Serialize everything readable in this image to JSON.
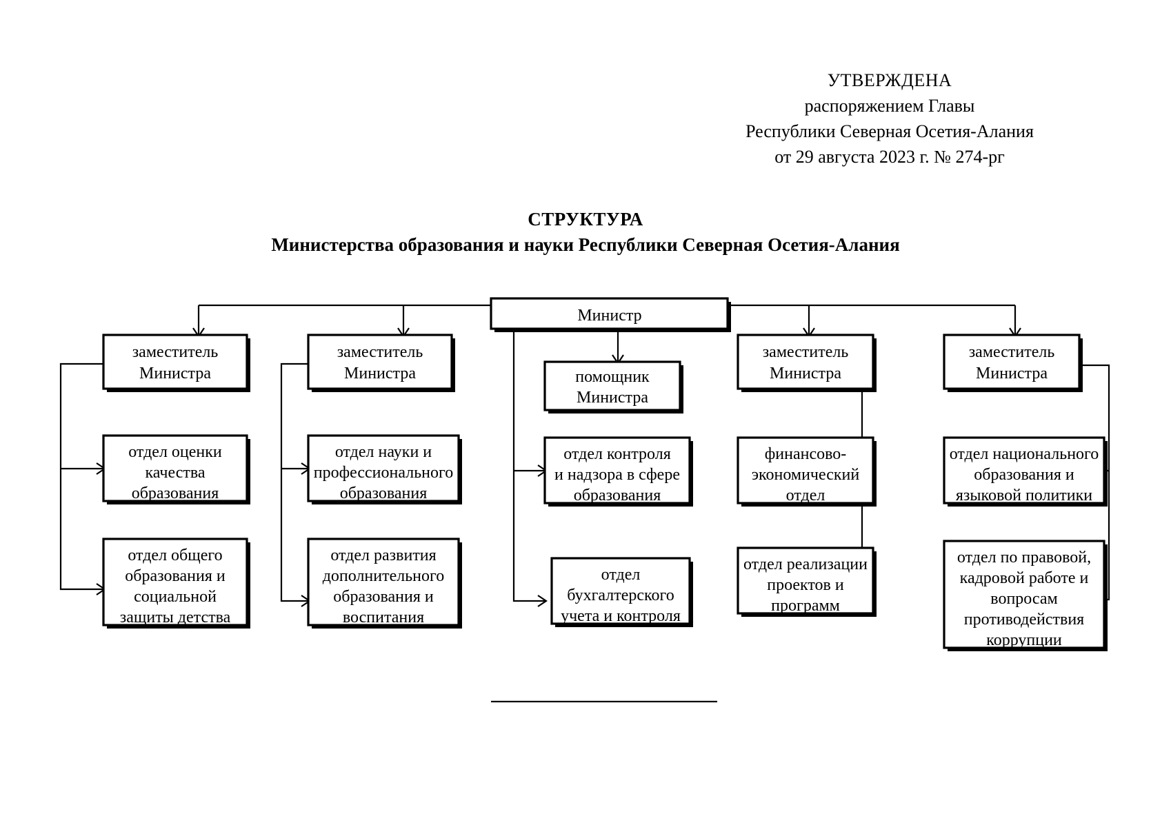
{
  "approval": {
    "line1": "УТВЕРЖДЕНА",
    "line2": "распоряжением Главы",
    "line3": "Республики Северная Осетия-Алания",
    "line4": "от  29 августа 2023 г.   № 274-рг"
  },
  "title": {
    "main": "СТРУКТУРА",
    "sub": "Министерства образования и науки Республики Северная Осетия-Алания"
  },
  "chart_data": {
    "type": "diagram",
    "title": "СТРУКТУРА Министерства образования и науки Республики Северная Осетия-Алания",
    "root": {
      "id": "minister",
      "label": "Министр"
    },
    "columns": [
      {
        "id": "col1",
        "head": {
          "id": "deputy-1",
          "lines": [
            "заместитель",
            "Министра"
          ]
        },
        "units": [
          {
            "id": "unit-1-1",
            "lines": [
              "отдел оценки",
              "качества",
              "образования"
            ]
          },
          {
            "id": "unit-1-2",
            "lines": [
              "отдел общего",
              "образования и",
              "социальной",
              "защиты детства"
            ]
          }
        ]
      },
      {
        "id": "col2",
        "head": {
          "id": "deputy-2",
          "lines": [
            "заместитель",
            "Министра"
          ]
        },
        "units": [
          {
            "id": "unit-2-1",
            "lines": [
              "отдел науки и",
              "профессионального",
              "образования"
            ]
          },
          {
            "id": "unit-2-2",
            "lines": [
              "отдел развития",
              "дополнительного",
              "образования и",
              "воспитания"
            ]
          }
        ]
      },
      {
        "id": "col3",
        "head": {
          "id": "assistant",
          "lines": [
            "помощник",
            "Министра"
          ]
        },
        "units": [
          {
            "id": "unit-3-1",
            "lines": [
              "отдел контроля",
              "и надзора в сфере",
              "образования"
            ]
          },
          {
            "id": "unit-3-2",
            "lines": [
              "отдел",
              "бухгалтерского",
              "учета и контроля"
            ]
          }
        ]
      },
      {
        "id": "col4",
        "head": {
          "id": "deputy-3",
          "lines": [
            "заместитель",
            "Министра"
          ]
        },
        "units": [
          {
            "id": "unit-4-1",
            "lines": [
              "финансово-",
              "экономический",
              "отдел"
            ]
          },
          {
            "id": "unit-4-2",
            "lines": [
              "отдел реализации",
              "проектов и",
              "программ"
            ]
          }
        ]
      },
      {
        "id": "col5",
        "head": {
          "id": "deputy-4",
          "lines": [
            "заместитель",
            "Министра"
          ]
        },
        "units": [
          {
            "id": "unit-5-1",
            "lines": [
              "отдел национального",
              "образования и",
              "языковой политики"
            ]
          },
          {
            "id": "unit-5-2",
            "lines": [
              "отдел по правовой,",
              "кадровой работе и",
              "вопросам",
              "противодействия",
              "коррупции"
            ]
          }
        ]
      }
    ],
    "colors": {
      "box_fill": "#ffffff",
      "box_stroke": "#000000",
      "text": "#000000",
      "background": "#ffffff"
    }
  }
}
